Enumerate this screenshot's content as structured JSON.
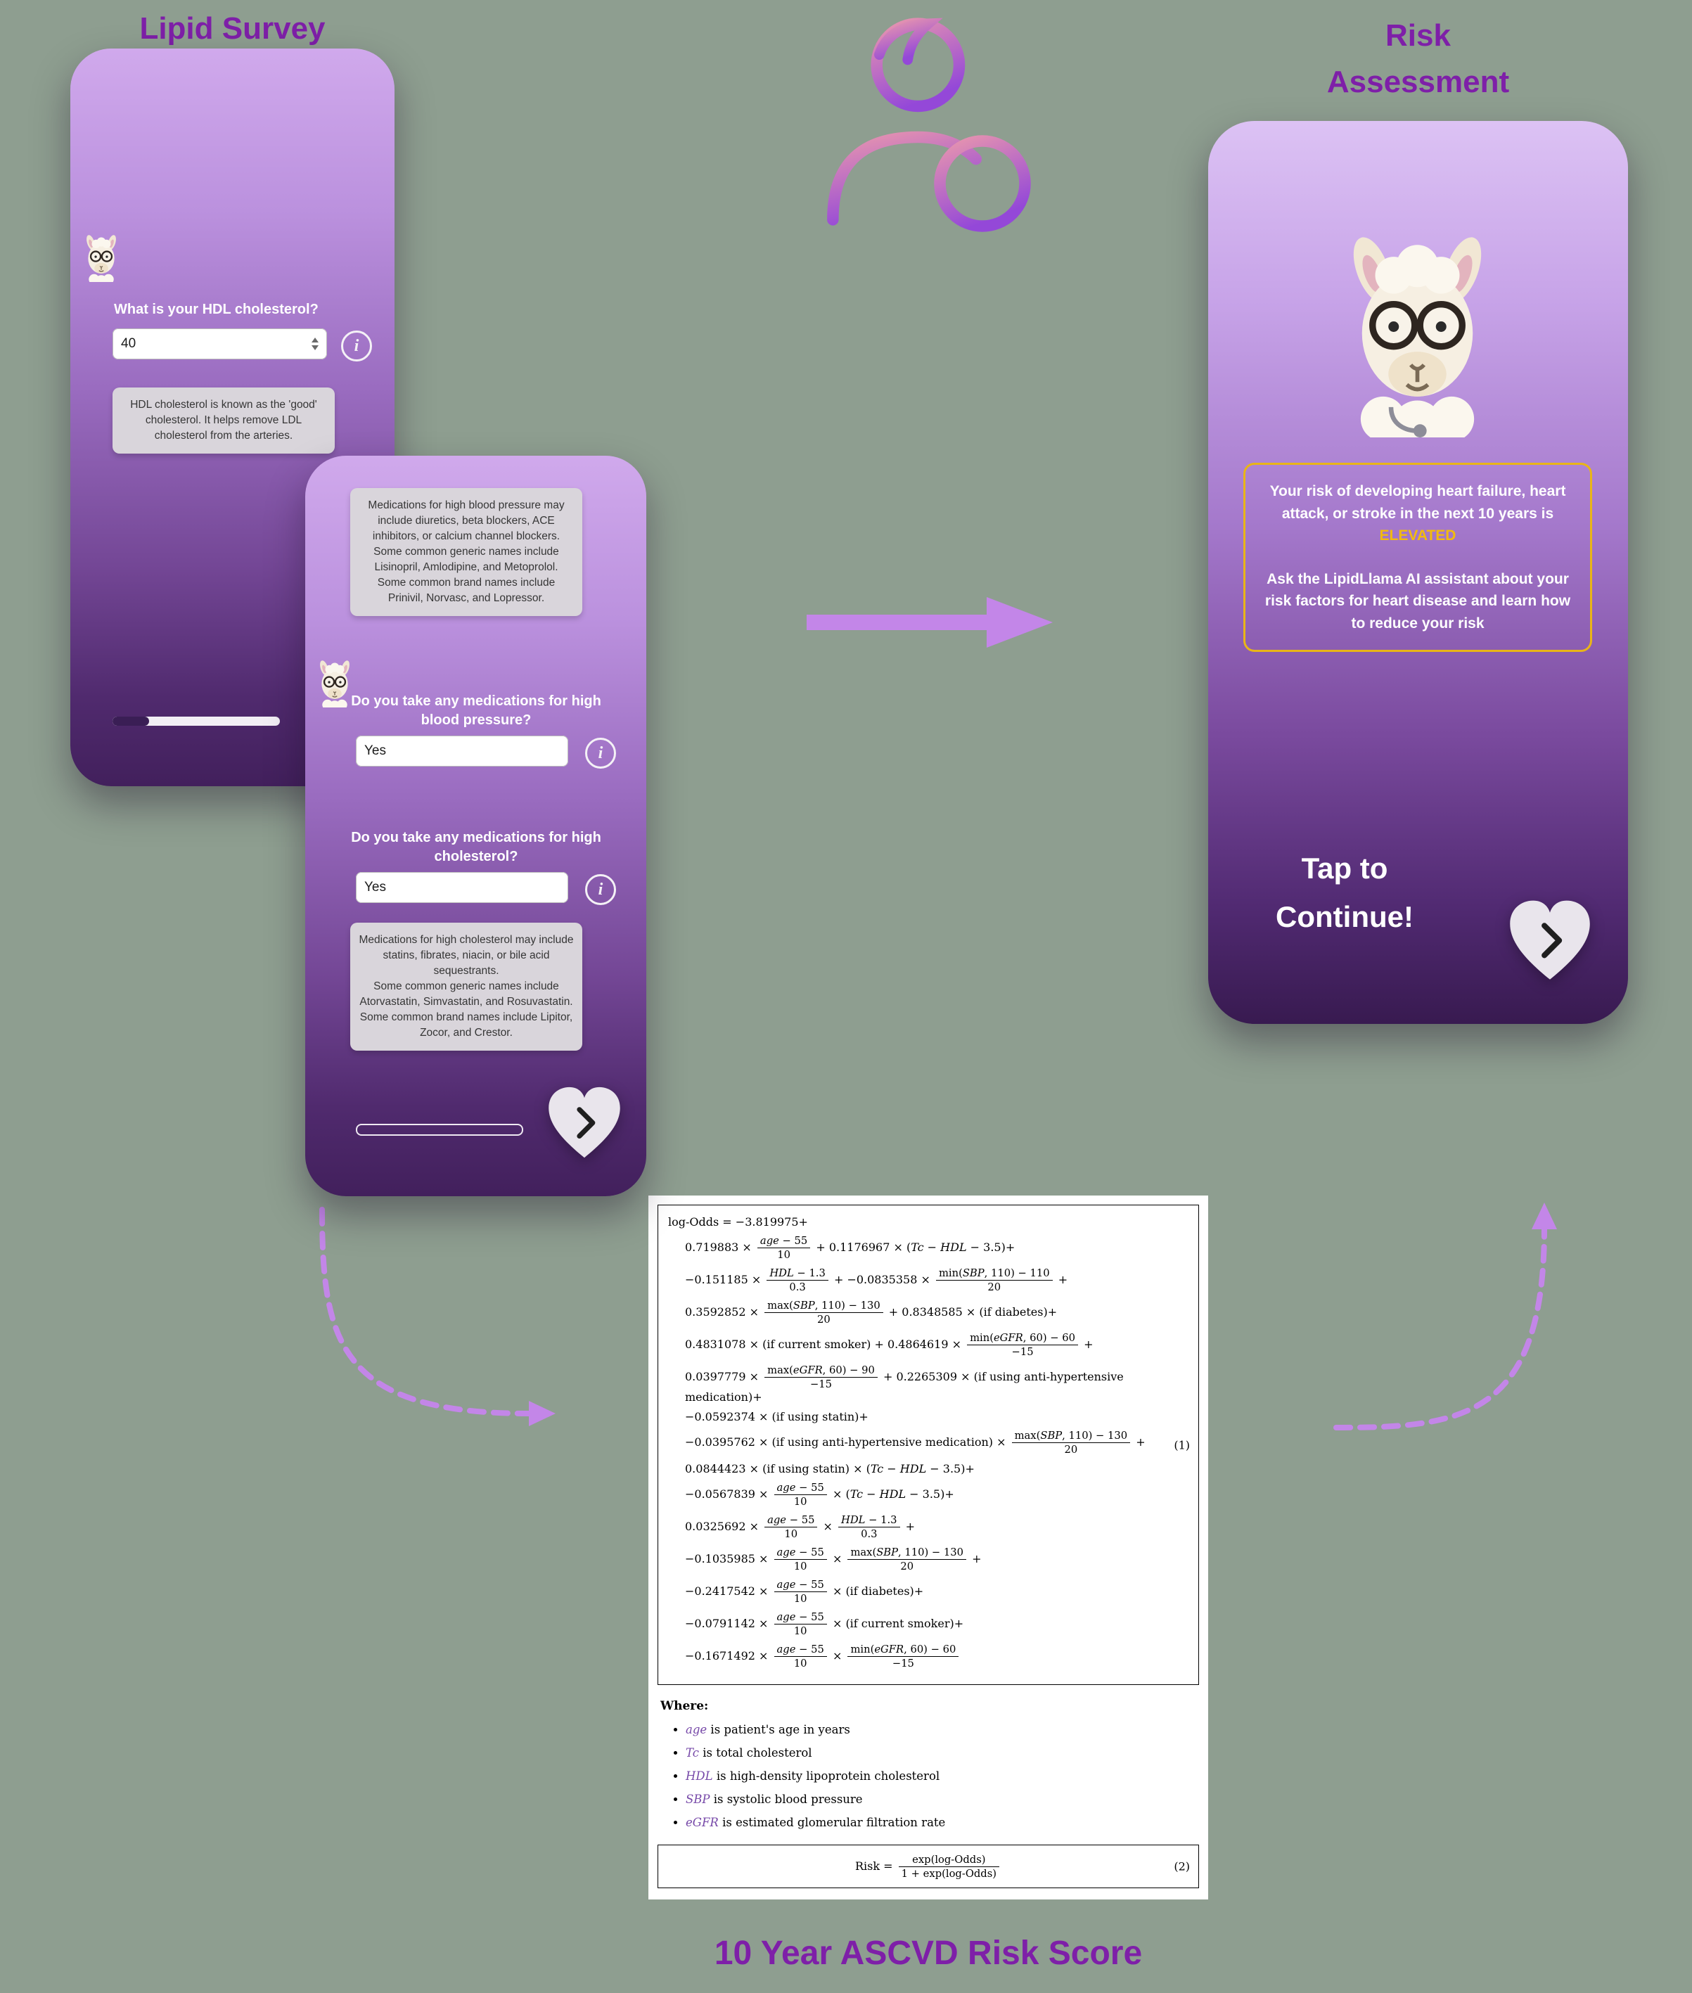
{
  "page": {
    "title_left": "Lipid Survey",
    "title_right_line1": "Risk",
    "title_right_line2": "Assessment",
    "title_bottom": "10 Year ASCVD Risk Score"
  },
  "colors": {
    "background": "#8e9e90",
    "title_purple": "#7e1fa8",
    "arrow_purple": "#c386e8",
    "risk_highlight_yellow": "#f2bb0e",
    "phone_gradient_top": "#d0a9ec",
    "phone_gradient_bottom": "#42205c"
  },
  "icons": {
    "info_glyph": "i"
  },
  "phone1": {
    "question": "What is your HDL cholesterol?",
    "input_value": "40",
    "info_text": "HDL cholesterol is known as the 'good' cholesterol. It helps remove LDL cholesterol from the arteries.",
    "progress_percent": 22
  },
  "phone2": {
    "info_bp": "Medications for high blood pressure may include diuretics, beta blockers, ACE inhibitors, or calcium channel blockers.\nSome common generic names include Lisinopril, Amlodipine, and Metoprolol.\nSome common brand names include Prinivil, Norvasc, and Lopressor.",
    "question_bp": "Do you take any medications for high blood pressure?",
    "answer_bp": "Yes",
    "question_chol": "Do you take any medications for high cholesterol?",
    "answer_chol": "Yes",
    "info_chol": "Medications for high cholesterol may include statins, fibrates, niacin, or bile acid sequestrants.\nSome common generic names include Atorvastatin, Simvastatin, and Rosuvastatin.\nSome common brand names include Lipitor, Zocor, and Crestor.",
    "progress_percent": 0
  },
  "risk_phone": {
    "risk_line1": "Your risk of developing heart failure, heart attack, or stroke in the next 10 years is ",
    "risk_highlight": "ELEVATED",
    "risk_line2": "Ask the LipidLlama AI assistant about your risk factors for heart disease and learn how to reduce your risk",
    "tap_line1": "Tap to",
    "tap_line2": "Continue!"
  },
  "formula": {
    "intro": "log-Odds = −3.819975+",
    "lines": [
      "0.719883 × {$age$ − 55||10} + 0.1176967 × ($Tc$ − $HDL$ − 3.5)+",
      "−0.151185 × {$HDL$ − 1.3||0.3} + −0.0835358 × {min($SBP$, 110) − 110||20} +",
      "0.3592852 × {max($SBP$, 110) − 130||20} + 0.8348585 × (if diabetes)+",
      "0.4831078 × (if current smoker) + 0.4864619 × {min($eGFR$, 60) − 60||−15} +",
      "0.0397779 × {max($eGFR$, 60) − 90||−15} + 0.2265309 × (if using anti-hypertensive medication)+",
      "−0.0592374 × (if using statin)+",
      "−0.0395762 × (if using anti-hypertensive medication) × {max($SBP$, 110) − 130||20} +",
      "0.0844423 × (if using statin) × ($Tc$ − $HDL$ − 3.5)+",
      "−0.0567839 × {$age$ − 55||10} × ($Tc$ − $HDL$ − 3.5)+",
      "0.0325692 × {$age$ − 55||10} × {$HDL$ − 1.3||0.3} +",
      "−0.1035985 × {$age$ − 55||10} × {max($SBP$, 110) − 130||20} +",
      "−0.2417542 × {$age$ − 55||10} × (if diabetes)+",
      "−0.0791142 × {$age$ − 55||10} × (if current smoker)+",
      "−0.1671492 × {$age$ − 55||10} × {min($eGFR$, 60) − 60||−15}"
    ],
    "eq1_number": "(1)",
    "where_label": "Where:",
    "where_items": [
      "$age$ is patient's age in years",
      "$Tc$ is total cholesterol",
      "$HDL$ is high-density lipoprotein cholesterol",
      "$SBP$ is systolic blood pressure",
      "$eGFR$ is estimated glomerular filtration rate"
    ],
    "risk_eq": "Risk = {exp(log-Odds)||1 + exp(log-Odds)}",
    "eq2_number": "(2)"
  }
}
